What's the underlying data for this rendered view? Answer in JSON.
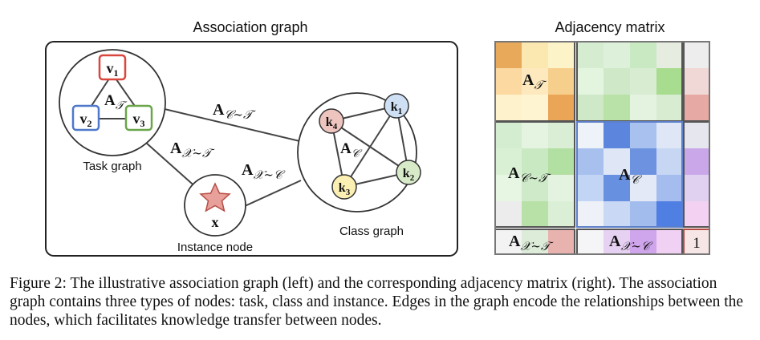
{
  "figure": {
    "left_title": "Association graph",
    "right_title": "Adjacency matrix",
    "task_graph": {
      "label": "Task graph",
      "center": "A",
      "center_sub": "𝒯",
      "nodes": [
        {
          "base": "v",
          "sub": "1",
          "color": "#d9463c"
        },
        {
          "base": "v",
          "sub": "2",
          "color": "#4f78c9"
        },
        {
          "base": "v",
          "sub": "3",
          "color": "#6aa54a"
        }
      ]
    },
    "class_graph": {
      "label": "Class graph",
      "center": "A",
      "center_sub": "𝒞",
      "nodes": [
        {
          "base": "k",
          "sub": "1",
          "fill": "#cfe0f5"
        },
        {
          "base": "k",
          "sub": "2",
          "fill": "#d7ebc9"
        },
        {
          "base": "k",
          "sub": "3",
          "fill": "#fbefb4"
        },
        {
          "base": "k",
          "sub": "4",
          "fill": "#eec4bf"
        }
      ]
    },
    "instance": {
      "label": "Instance node",
      "symbol": "x",
      "star_color": "#e8a09a"
    },
    "edges": {
      "class_task": {
        "base": "A",
        "sub": "𝒞∼𝒯"
      },
      "inst_task": {
        "base": "A",
        "sub": "𝒳∼𝒯"
      },
      "inst_class": {
        "base": "A",
        "sub": "𝒳∼𝒞"
      }
    },
    "matrix": {
      "labels": {
        "task": {
          "base": "A",
          "sub": "𝒯"
        },
        "class_task": {
          "base": "A",
          "sub": "𝒞∼𝒯"
        },
        "class": {
          "base": "A",
          "sub": "𝒞"
        },
        "inst_task": {
          "base": "A",
          "sub": "𝒳∼𝒯"
        },
        "inst_class": {
          "base": "A",
          "sub": "𝒳∼𝒞"
        },
        "self": "1"
      }
    }
  },
  "caption": {
    "text": "Figure 2: The illustrative association graph (left) and the corresponding adjacency matrix (right). The association graph contains three types of nodes: task, class and instance. Edges in the graph encode the relationships between the nodes, which facilitates knowledge transfer between nodes."
  }
}
